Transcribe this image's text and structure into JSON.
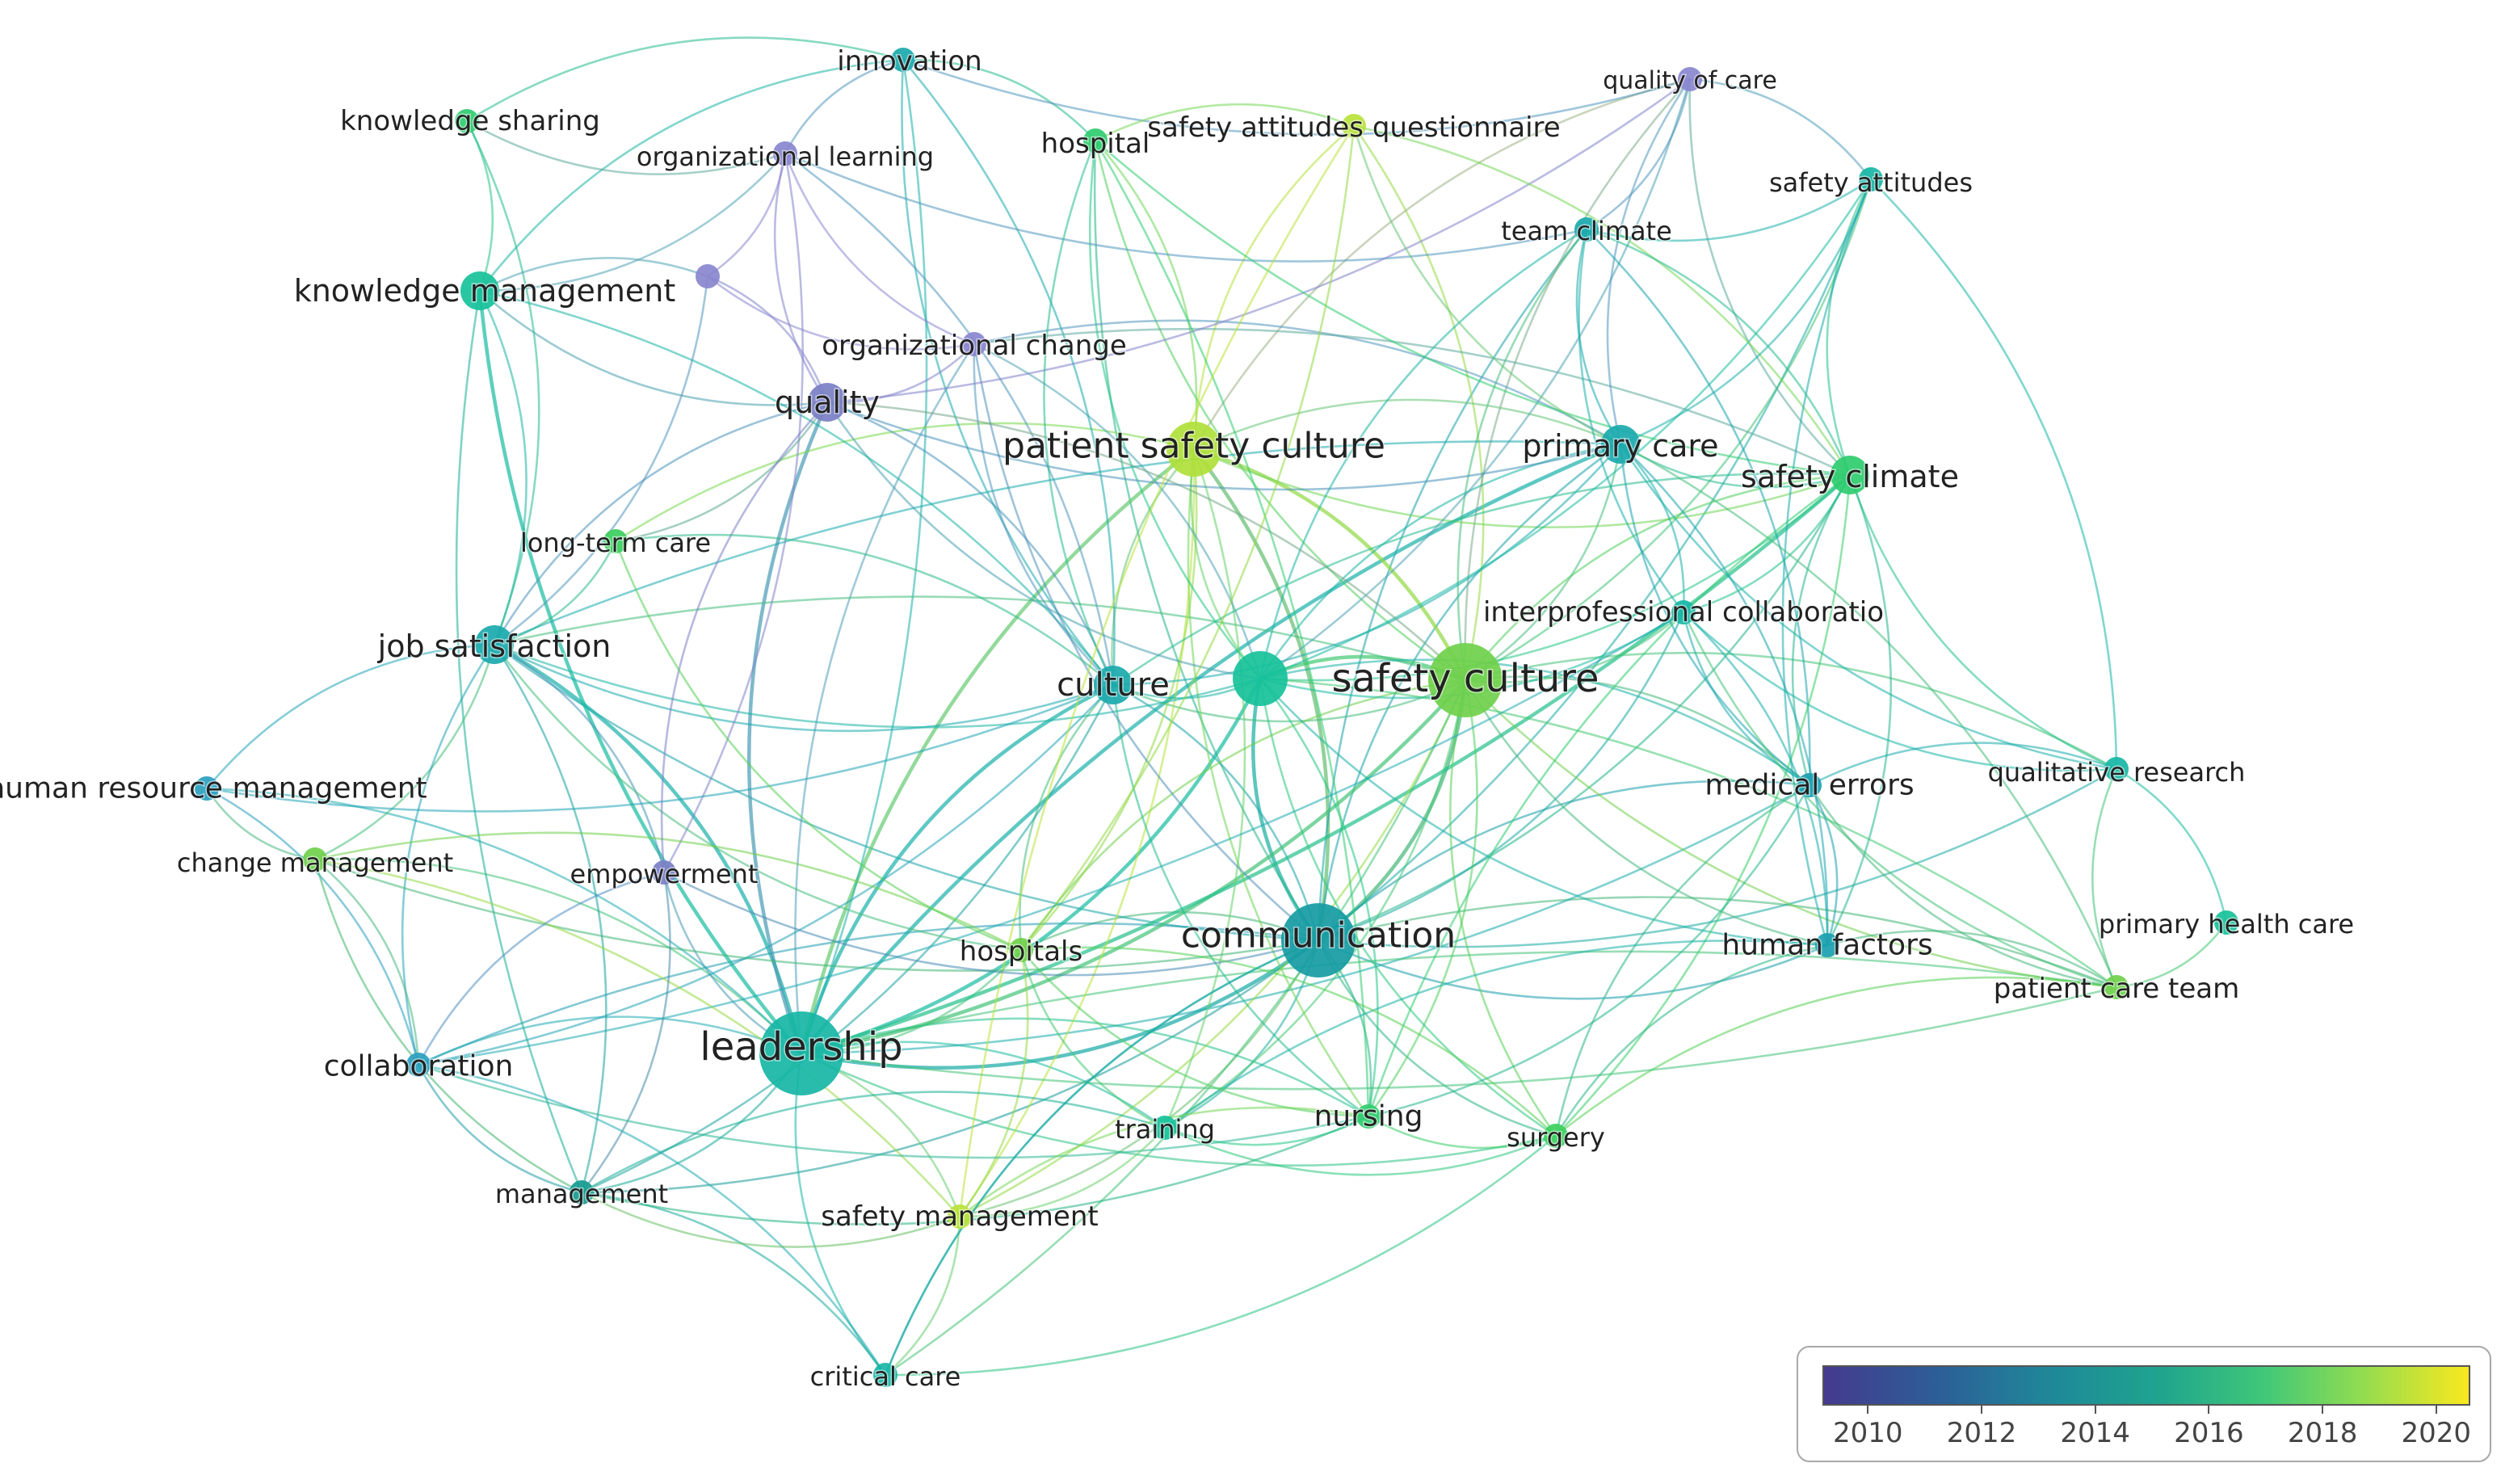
{
  "colors": {
    "c2010": "#483d8b",
    "c2011": "#8a86cf",
    "c2012": "#2a9fbf",
    "c2014": "#17b6a5",
    "c2015": "#22c28e",
    "c2016": "#2fcc6f",
    "c2018": "#7ed957",
    "c2019": "#b9e23a",
    "c2020": "#e8e81e"
  },
  "nodes": [
    {
      "id": "innovation",
      "label": "innovation",
      "color": "#1aa9ad",
      "size": 2
    },
    {
      "id": "quality_of_care",
      "label": "quality of care",
      "color": "#8a86cf",
      "size": 2
    },
    {
      "id": "knowledge_sharing",
      "label": "knowledge sharing",
      "color": "#2fcc6f",
      "size": 2
    },
    {
      "id": "organizational_learning",
      "label": "organizational learning",
      "color": "#8a86cf",
      "size": 2
    },
    {
      "id": "hospital",
      "label": "hospital",
      "color": "#2fcc6f",
      "size": 2
    },
    {
      "id": "safety_attitudes_questionnaire",
      "label": "safety attitudes questionnaire",
      "color": "#b9e23a",
      "size": 2
    },
    {
      "id": "safety_attitudes",
      "label": "safety attitudes",
      "color": "#17b6a5",
      "size": 2
    },
    {
      "id": "team_climate",
      "label": "team climate",
      "color": "#1aa9ad",
      "size": 2
    },
    {
      "id": "knowledge_management",
      "label": "knowledge management",
      "color": "#17c19a",
      "size": 3
    },
    {
      "id": "unlabeled_purple",
      "label": "",
      "color": "#8a86cf",
      "size": 2
    },
    {
      "id": "organizational_change",
      "label": "organizational change",
      "color": "#8a86cf",
      "size": 2
    },
    {
      "id": "quality",
      "label": "quality",
      "color": "#7a7fc4",
      "size": 3
    },
    {
      "id": "patient_safety_culture",
      "label": "patient safety culture",
      "color": "#b0e03a",
      "size": 4
    },
    {
      "id": "primary_care",
      "label": "primary care",
      "color": "#1aa9ad",
      "size": 3
    },
    {
      "id": "safety_climate",
      "label": "safety climate",
      "color": "#2fcc6f",
      "size": 3
    },
    {
      "id": "long_term_care",
      "label": "long-term care",
      "color": "#3ccf5e",
      "size": 2
    },
    {
      "id": "interprofessional_collaboration",
      "label": "interprofessional collaboratio",
      "color": "#17b6a5",
      "size": 2
    },
    {
      "id": "job_satisfaction",
      "label": "job satisfaction",
      "color": "#1aa9ad",
      "size": 3
    },
    {
      "id": "culture",
      "label": "culture",
      "color": "#1aa9ad",
      "size": 3
    },
    {
      "id": "unlabeled_teal",
      "label": "",
      "color": "#17c19a",
      "size": 4
    },
    {
      "id": "safety_culture",
      "label": "safety culture",
      "color": "#6fd04b",
      "size": 5
    },
    {
      "id": "human_resource_management",
      "label": "human resource management",
      "color": "#2a9fbf",
      "size": 2
    },
    {
      "id": "medical_errors",
      "label": "medical errors",
      "color": "#1a9fb0",
      "size": 2
    },
    {
      "id": "qualitative_research",
      "label": "qualitative research",
      "color": "#17b6a5",
      "size": 2
    },
    {
      "id": "change_management",
      "label": "change management",
      "color": "#6fd04b",
      "size": 2
    },
    {
      "id": "empowerment",
      "label": "empowerment",
      "color": "#7a7fc4",
      "size": 2
    },
    {
      "id": "communication",
      "label": "communication",
      "color": "#169ba3",
      "size": 5
    },
    {
      "id": "hospitals",
      "label": "hospitals",
      "color": "#6fd04b",
      "size": 2
    },
    {
      "id": "human_factors",
      "label": "human factors",
      "color": "#1a9fb0",
      "size": 2
    },
    {
      "id": "primary_health_care",
      "label": "primary health care",
      "color": "#17c19a",
      "size": 2
    },
    {
      "id": "patient_care_team",
      "label": "patient care team",
      "color": "#6fd04b",
      "size": 2
    },
    {
      "id": "leadership",
      "label": "leadership",
      "color": "#17b6a5",
      "size": 6
    },
    {
      "id": "collaboration",
      "label": "collaboration",
      "color": "#2a9fbf",
      "size": 2
    },
    {
      "id": "nursing",
      "label": "nursing",
      "color": "#2fcc6f",
      "size": 2
    },
    {
      "id": "training",
      "label": "training",
      "color": "#17c19a",
      "size": 2
    },
    {
      "id": "surgery",
      "label": "surgery",
      "color": "#3ccf5e",
      "size": 2
    },
    {
      "id": "management",
      "label": "management",
      "color": "#169b8f",
      "size": 2
    },
    {
      "id": "safety_management",
      "label": "safety management",
      "color": "#b9e23a",
      "size": 2
    },
    {
      "id": "critical_care",
      "label": "critical care",
      "color": "#17b6a5",
      "size": 2
    }
  ],
  "edges": [
    [
      "communication",
      "safety_culture"
    ],
    [
      "communication",
      "leadership"
    ],
    [
      "communication",
      "culture"
    ],
    [
      "communication",
      "unlabeled_teal"
    ],
    [
      "communication",
      "patient_safety_culture"
    ],
    [
      "communication",
      "primary_care"
    ],
    [
      "communication",
      "safety_climate"
    ],
    [
      "communication",
      "medical_errors"
    ],
    [
      "communication",
      "human_factors"
    ],
    [
      "communication",
      "nursing"
    ],
    [
      "communication",
      "surgery"
    ],
    [
      "communication",
      "training"
    ],
    [
      "communication",
      "hospitals"
    ],
    [
      "communication",
      "safety_management"
    ],
    [
      "communication",
      "critical_care"
    ],
    [
      "communication",
      "management"
    ],
    [
      "communication",
      "collaboration"
    ],
    [
      "communication",
      "job_satisfaction"
    ],
    [
      "communication",
      "interprofessional_collaboration"
    ],
    [
      "communication",
      "team_climate"
    ],
    [
      "communication",
      "safety_attitudes"
    ],
    [
      "communication",
      "patient_care_team"
    ],
    [
      "communication",
      "qualitative_research"
    ],
    [
      "communication",
      "hospital"
    ],
    [
      "leadership",
      "safety_culture"
    ],
    [
      "leadership",
      "culture"
    ],
    [
      "leadership",
      "unlabeled_teal"
    ],
    [
      "leadership",
      "patient_safety_culture"
    ],
    [
      "leadership",
      "job_satisfaction"
    ],
    [
      "leadership",
      "knowledge_management"
    ],
    [
      "leadership",
      "collaboration"
    ],
    [
      "leadership",
      "management"
    ],
    [
      "leadership",
      "change_management"
    ],
    [
      "leadership",
      "empowerment"
    ],
    [
      "leadership",
      "hospitals"
    ],
    [
      "leadership",
      "nursing"
    ],
    [
      "leadership",
      "surgery"
    ],
    [
      "leadership",
      "safety_management"
    ],
    [
      "leadership",
      "critical_care"
    ],
    [
      "leadership",
      "quality"
    ],
    [
      "leadership",
      "safety_climate"
    ],
    [
      "leadership",
      "primary_care"
    ],
    [
      "leadership",
      "human_resource_management"
    ],
    [
      "leadership",
      "training"
    ],
    [
      "leadership",
      "medical_errors"
    ],
    [
      "leadership",
      "patient_care_team"
    ],
    [
      "leadership",
      "innovation"
    ],
    [
      "leadership",
      "organizational_change"
    ],
    [
      "safety_culture",
      "patient_safety_culture"
    ],
    [
      "safety_culture",
      "culture"
    ],
    [
      "safety_culture",
      "unlabeled_teal"
    ],
    [
      "safety_culture",
      "safety_climate"
    ],
    [
      "safety_culture",
      "primary_care"
    ],
    [
      "safety_culture",
      "hospital"
    ],
    [
      "safety_culture",
      "safety_attitudes_questionnaire"
    ],
    [
      "safety_culture",
      "team_climate"
    ],
    [
      "safety_culture",
      "safety_attitudes"
    ],
    [
      "safety_culture",
      "medical_errors"
    ],
    [
      "safety_culture",
      "human_factors"
    ],
    [
      "safety_culture",
      "nursing"
    ],
    [
      "safety_culture",
      "surgery"
    ],
    [
      "safety_culture",
      "safety_management"
    ],
    [
      "safety_culture",
      "hospitals"
    ],
    [
      "safety_culture",
      "training"
    ],
    [
      "safety_culture",
      "interprofessional_collaboration"
    ],
    [
      "safety_culture",
      "quality_of_care"
    ],
    [
      "safety_culture",
      "job_satisfaction"
    ],
    [
      "safety_culture",
      "qualitative_research"
    ],
    [
      "safety_culture",
      "patient_care_team"
    ],
    [
      "safety_culture",
      "critical_care"
    ],
    [
      "patient_safety_culture",
      "hospital"
    ],
    [
      "patient_safety_culture",
      "safety_attitudes_questionnaire"
    ],
    [
      "patient_safety_culture",
      "culture"
    ],
    [
      "patient_safety_culture",
      "primary_care"
    ],
    [
      "patient_safety_culture",
      "safety_climate"
    ],
    [
      "patient_safety_culture",
      "hospitals"
    ],
    [
      "patient_safety_culture",
      "nursing"
    ],
    [
      "patient_safety_culture",
      "safety_management"
    ],
    [
      "patient_safety_culture",
      "long_term_care"
    ],
    [
      "patient_safety_culture",
      "quality_of_care"
    ],
    [
      "patient_safety_culture",
      "unlabeled_teal"
    ],
    [
      "patient_safety_culture",
      "training"
    ],
    [
      "culture",
      "unlabeled_teal"
    ],
    [
      "culture",
      "job_satisfaction"
    ],
    [
      "culture",
      "quality"
    ],
    [
      "culture",
      "innovation"
    ],
    [
      "culture",
      "hospitals"
    ],
    [
      "culture",
      "management"
    ],
    [
      "culture",
      "primary_care"
    ],
    [
      "culture",
      "safety_climate"
    ],
    [
      "culture",
      "nursing"
    ],
    [
      "culture",
      "collaboration"
    ],
    [
      "culture",
      "organizational_learning"
    ],
    [
      "unlabeled_teal",
      "primary_care"
    ],
    [
      "unlabeled_teal",
      "safety_climate"
    ],
    [
      "unlabeled_teal",
      "team_climate"
    ],
    [
      "unlabeled_teal",
      "interprofessional_collaboration"
    ],
    [
      "unlabeled_teal",
      "medical_errors"
    ],
    [
      "unlabeled_teal",
      "human_factors"
    ],
    [
      "unlabeled_teal",
      "nursing"
    ],
    [
      "unlabeled_teal",
      "surgery"
    ],
    [
      "unlabeled_teal",
      "hospital"
    ],
    [
      "unlabeled_teal",
      "quality_of_care"
    ],
    [
      "unlabeled_teal",
      "job_satisfaction"
    ],
    [
      "unlabeled_teal",
      "organizational_change"
    ],
    [
      "unlabeled_teal",
      "quality"
    ],
    [
      "unlabeled_teal",
      "safety_attitudes"
    ],
    [
      "unlabeled_teal",
      "patient_care_team"
    ],
    [
      "knowledge_management",
      "knowledge_sharing"
    ],
    [
      "knowledge_management",
      "innovation"
    ],
    [
      "knowledge_management",
      "organizational_learning"
    ],
    [
      "knowledge_management",
      "job_satisfaction"
    ],
    [
      "knowledge_management",
      "quality"
    ],
    [
      "knowledge_management",
      "culture"
    ],
    [
      "knowledge_management",
      "management"
    ],
    [
      "knowledge_sharing",
      "innovation"
    ],
    [
      "knowledge_sharing",
      "organizational_learning"
    ],
    [
      "knowledge_sharing",
      "job_satisfaction"
    ],
    [
      "innovation",
      "organizational_learning"
    ],
    [
      "innovation",
      "hospital"
    ],
    [
      "innovation",
      "quality_of_care"
    ],
    [
      "innovation",
      "culture"
    ],
    [
      "organizational_learning",
      "quality"
    ],
    [
      "organizational_learning",
      "unlabeled_purple"
    ],
    [
      "organizational_learning",
      "organizational_change"
    ],
    [
      "organizational_learning",
      "empowerment"
    ],
    [
      "organizational_learning",
      "team_climate"
    ],
    [
      "unlabeled_purple",
      "quality"
    ],
    [
      "unlabeled_purple",
      "organizational_change"
    ],
    [
      "unlabeled_purple",
      "job_satisfaction"
    ],
    [
      "unlabeled_purple",
      "knowledge_management"
    ],
    [
      "organizational_change",
      "quality"
    ],
    [
      "organizational_change",
      "culture"
    ],
    [
      "organizational_change",
      "primary_care"
    ],
    [
      "organizational_change",
      "communication"
    ],
    [
      "organizational_change",
      "safety_climate"
    ],
    [
      "quality",
      "primary_care"
    ],
    [
      "quality",
      "long_term_care"
    ],
    [
      "quality",
      "job_satisfaction"
    ],
    [
      "quality",
      "safety_culture"
    ],
    [
      "quality",
      "quality_of_care"
    ],
    [
      "quality_of_care",
      "team_climate"
    ],
    [
      "quality_of_care",
      "primary_care"
    ],
    [
      "quality_of_care",
      "safety_attitudes"
    ],
    [
      "quality_of_care",
      "safety_climate"
    ],
    [
      "hospital",
      "safety_attitudes_questionnaire"
    ],
    [
      "hospital",
      "safety_climate"
    ],
    [
      "hospital",
      "nursing"
    ],
    [
      "hospital",
      "culture"
    ],
    [
      "safety_attitudes_questionnaire",
      "safety_climate"
    ],
    [
      "safety_attitudes_questionnaire",
      "safety_management"
    ],
    [
      "safety_attitudes_questionnaire",
      "hospitals"
    ],
    [
      "safety_attitudes_questionnaire",
      "primary_care"
    ],
    [
      "safety_attitudes",
      "team_climate"
    ],
    [
      "safety_attitudes",
      "safety_climate"
    ],
    [
      "safety_attitudes",
      "primary_care"
    ],
    [
      "safety_attitudes",
      "human_factors"
    ],
    [
      "safety_attitudes",
      "qualitative_research"
    ],
    [
      "team_climate",
      "primary_care"
    ],
    [
      "team_climate",
      "safety_climate"
    ],
    [
      "team_climate",
      "interprofessional_collaboration"
    ],
    [
      "team_climate",
      "medical_errors"
    ],
    [
      "primary_care",
      "safety_climate"
    ],
    [
      "primary_care",
      "interprofessional_collaboration"
    ],
    [
      "primary_care",
      "medical_errors"
    ],
    [
      "primary_care",
      "human_factors"
    ],
    [
      "primary_care",
      "qualitative_research"
    ],
    [
      "primary_care",
      "patient_care_team"
    ],
    [
      "safety_climate",
      "medical_errors"
    ],
    [
      "safety_climate",
      "human_factors"
    ],
    [
      "safety_climate",
      "qualitative_research"
    ],
    [
      "safety_climate",
      "surgery"
    ],
    [
      "safety_climate",
      "nursing"
    ],
    [
      "safety_climate",
      "interprofessional_collaboration"
    ],
    [
      "interprofessional_collaboration",
      "medical_errors"
    ],
    [
      "interprofessional_collaboration",
      "human_factors"
    ],
    [
      "interprofessional_collaboration",
      "qualitative_research"
    ],
    [
      "interprofessional_collaboration",
      "collaboration"
    ],
    [
      "interprofessional_collaboration",
      "patient_care_team"
    ],
    [
      "medical_errors",
      "human_factors"
    ],
    [
      "medical_errors",
      "surgery"
    ],
    [
      "medical_errors",
      "qualitative_research"
    ],
    [
      "medical_errors",
      "patient_care_team"
    ],
    [
      "medical_errors",
      "nursing"
    ],
    [
      "human_factors",
      "surgery"
    ],
    [
      "human_factors",
      "patient_care_team"
    ],
    [
      "human_factors",
      "training"
    ],
    [
      "qualitative_research",
      "primary_health_care"
    ],
    [
      "qualitative_research",
      "patient_care_team"
    ],
    [
      "primary_health_care",
      "patient_care_team"
    ],
    [
      "patient_care_team",
      "surgery"
    ],
    [
      "patient_care_team",
      "leadership"
    ],
    [
      "job_satisfaction",
      "human_resource_management"
    ],
    [
      "job_satisfaction",
      "change_management"
    ],
    [
      "job_satisfaction",
      "collaboration"
    ],
    [
      "job_satisfaction",
      "management"
    ],
    [
      "job_satisfaction",
      "long_term_care"
    ],
    [
      "job_satisfaction",
      "empowerment"
    ],
    [
      "job_satisfaction",
      "hospitals"
    ],
    [
      "job_satisfaction",
      "primary_care"
    ],
    [
      "human_resource_management",
      "change_management"
    ],
    [
      "human_resource_management",
      "collaboration"
    ],
    [
      "human_resource_management",
      "culture"
    ],
    [
      "change_management",
      "collaboration"
    ],
    [
      "change_management",
      "management"
    ],
    [
      "change_management",
      "hospitals"
    ],
    [
      "change_management",
      "communication"
    ],
    [
      "change_management",
      "safety_management"
    ],
    [
      "empowerment",
      "collaboration"
    ],
    [
      "empowerment",
      "quality"
    ],
    [
      "empowerment",
      "communication"
    ],
    [
      "empowerment",
      "management"
    ],
    [
      "hospitals",
      "nursing"
    ],
    [
      "hospitals",
      "safety_management"
    ],
    [
      "hospitals",
      "training"
    ],
    [
      "hospitals",
      "surgery"
    ],
    [
      "collaboration",
      "management"
    ],
    [
      "collaboration",
      "critical_care"
    ],
    [
      "collaboration",
      "nursing"
    ],
    [
      "management",
      "critical_care"
    ],
    [
      "management",
      "safety_management"
    ],
    [
      "management",
      "training"
    ],
    [
      "management",
      "nursing"
    ],
    [
      "safety_management",
      "critical_care"
    ],
    [
      "safety_management",
      "training"
    ],
    [
      "safety_management",
      "nursing"
    ],
    [
      "nursing",
      "surgery"
    ],
    [
      "nursing",
      "training"
    ],
    [
      "training",
      "surgery"
    ],
    [
      "critical_care",
      "communication"
    ],
    [
      "critical_care",
      "surgery"
    ],
    [
      "long_term_care",
      "culture"
    ],
    [
      "long_term_care",
      "hospitals"
    ]
  ],
  "legend": {
    "ticks": [
      "2010",
      "2012",
      "2014",
      "2016",
      "2018",
      "2020"
    ]
  }
}
